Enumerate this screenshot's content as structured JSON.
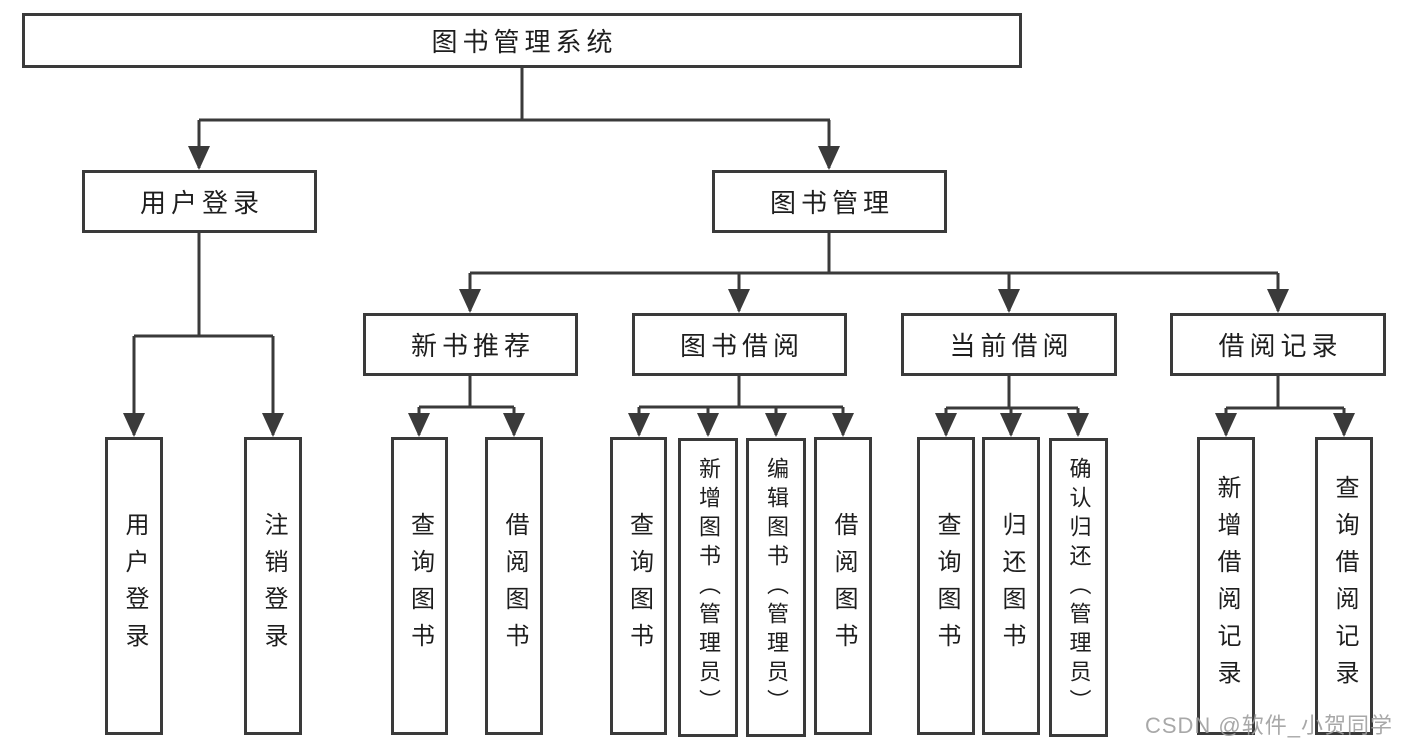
{
  "tree": {
    "root": "图书管理系统",
    "branches": [
      {
        "label": "用户登录",
        "children": [
          "用户登录",
          "注销登录"
        ]
      },
      {
        "label": "图书管理",
        "groups": [
          {
            "label": "新书推荐",
            "children": [
              "查询图书",
              "借阅图书"
            ]
          },
          {
            "label": "图书借阅",
            "children": [
              "查询图书",
              "新增图书（管理员）",
              "编辑图书（管理员）",
              "借阅图书"
            ]
          },
          {
            "label": "当前借阅",
            "children": [
              "查询图书",
              "归还图书",
              "确认归还（管理员）"
            ]
          },
          {
            "label": "借阅记录",
            "children": [
              "新增借阅记录",
              "查询借阅记录"
            ]
          }
        ]
      }
    ]
  },
  "watermark": "CSDN @软件_小贺同学",
  "colors": {
    "background": "#ffffff",
    "line": "#3a3a3a",
    "box_border": "#3a3a3a",
    "text": "#1e1e1e",
    "watermark": "#9e9e9e"
  }
}
